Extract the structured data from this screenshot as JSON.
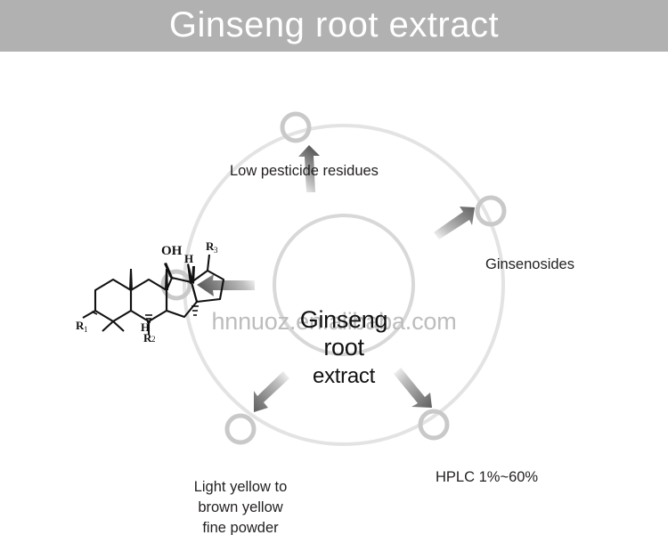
{
  "header": {
    "title": "Ginseng root extract",
    "bar_color": "#b1b1b1",
    "text_color": "#ffffff"
  },
  "watermark": {
    "text": "hnnuoz.en.alibaba.com",
    "color": "#bdbdbd"
  },
  "center": {
    "line1": "Ginseng",
    "line2": "root",
    "line3": "extract"
  },
  "diagram": {
    "outer_circle_color": "#e3e3e3",
    "inner_circle_color": "#d8d8d8",
    "node_ring_color": "#c9c9c9",
    "arrow_color": "#6e6e6e",
    "label_color": "#231f20",
    "nodes": [
      {
        "id": "low-pesticide-residues",
        "label": "Low pesticide residues",
        "lines": [
          "Low pesticide residues"
        ]
      },
      {
        "id": "ginsenosides",
        "label": "Ginsenosides",
        "lines": [
          "Ginsenosides"
        ]
      },
      {
        "id": "hplc-assay",
        "label": "HPLC 1%~60%",
        "lines": [
          "HPLC 1%~60%"
        ]
      },
      {
        "id": "appearance",
        "label": "Light yellow to brown yellow fine powder",
        "lines": [
          "Light yellow to",
          "brown yellow",
          "fine powder"
        ]
      }
    ]
  },
  "molecule": {
    "name": "ginsenoside-aglycone-skeleton",
    "labels": {
      "hydroxyl": "OH",
      "hydrogen": "H",
      "r1": "R",
      "r1_sub": "1",
      "r2": "R",
      "r2_sub": "2",
      "r3": "R",
      "r3_sub": "3",
      "h_ring": "H"
    }
  }
}
